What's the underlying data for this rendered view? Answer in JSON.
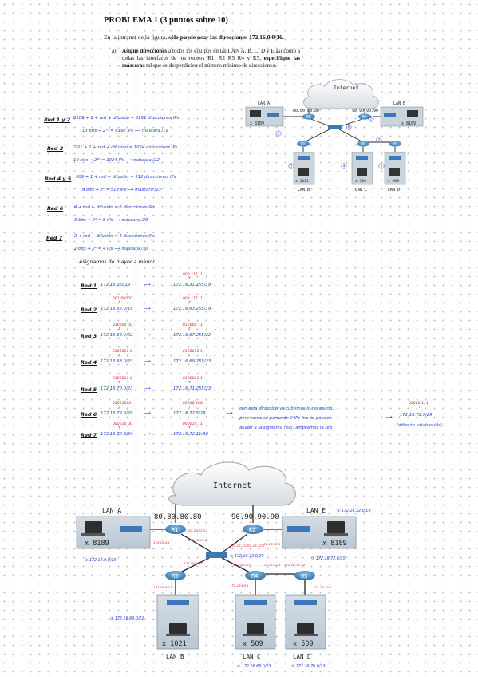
{
  "problem": {
    "title": "PROBLEMA 1 (3 puntos sobre 10)",
    "intro_text": "En la intranet de la figura, ",
    "intro_bold": "sólo puede usar las direcciones 172.16.0.0/16.",
    "qa_label": "a)",
    "qa_bold1": "Asigne direcciones",
    "qa_text1": " a todos los equipos en las LAN A, B, C, D y E así como a todas las interfaces de los routers R1, R2 R3 R4 y R5, ",
    "qa_bold2": "especifique las máscaras",
    "qa_text2": " tal que se desperdicien el número mínimo de direcciones."
  },
  "calc": {
    "red12": {
      "label": "Red 1 y 2",
      "line1": "8189 + 1 + red + difusión = 8192 direcciones IPs",
      "line2": "13 bits → 2¹³ = 8192 IPs ⟶ máscara /19"
    },
    "red3": {
      "label": "Red 3",
      "line1": "1021 + 1 + red + difusión = 1024 direcciones IPs",
      "line2": "10 bits → 2¹⁰ = 1024 IPs ⟶ máscara /22"
    },
    "red45": {
      "label": "Red 4 y 5",
      "line1": "509 + 1 + red + difusión = 512 direcciones IPs",
      "line2": "9 bits → 2⁹ = 512 IPs ⟶ máscara /23"
    },
    "red6": {
      "label": "Red 6",
      "line1": "4 + red + difusión = 6 direcciones IPs",
      "line2": "3 bits → 2³ = 8 IPs ⟶ máscara /29"
    },
    "red7": {
      "label": "Red 7",
      "line1": "2 + red + difusión = 4 direcciones IPs",
      "line2": "2 bits → 2² = 4 IPs ⟶ máscara /30"
    }
  },
  "assign": {
    "heading": "Asignamos de mayor a menor",
    "rows": [
      {
        "label": "Red 1",
        "bits_a": "",
        "net": "172.16.0.0/19",
        "bits_b": "000 11111",
        "bcast": "172.16.31.255/19"
      },
      {
        "label": "Red 2",
        "bits_a": "001 00000",
        "net": "172.16.32.0/19",
        "bits_b": "001 11111",
        "bcast": "172.16.63.255/19"
      },
      {
        "label": "Red 3",
        "bits_a": "010000 00",
        "net": "172.16.64.0/22",
        "bits_b": "010000 11",
        "bcast": "172.16.67.255/22"
      },
      {
        "label": "Red 4",
        "bits_a": "0100010 0",
        "net": "172.16.68.0/23",
        "bits_b": "0100010 1",
        "bcast": "172.16.69.255/23"
      },
      {
        "label": "Red 5",
        "bits_a": "0100011 0",
        "net": "172.16.70.0/23",
        "bits_b": "0100011 1",
        "bcast": "172.16.71.255/23"
      },
      {
        "label": "Red 6",
        "bits_a": "01001000",
        "net": "172.16.72.0/29",
        "bits_b": "00000 100",
        "bcast": "172.16.72.5/29"
      },
      {
        "label": "Red 7",
        "bits_a": "000010 00",
        "net": "172.16.72.8/30",
        "bits_b": "000010 11",
        "bcast": "172.16.72.11/30"
      }
    ],
    "note_line1": "con esta dirección ya cubrimos lo necesario,",
    "note_line2": "pero como se perderán 2 IPs (no se pueden",
    "note_line3": "añadir a la siguiente red), ampliamos la red",
    "note_bits": "00000 111",
    "note_result": "172.16.72.7/29",
    "note_sub": "(difusión establecida)"
  },
  "diagram1": {
    "internet": "Internet",
    "lan_a": "LAN A",
    "lan_b": "LAN B",
    "lan_c": "LAN C",
    "lan_d": "LAN D",
    "lan_e": "LAN E",
    "ip_r1": "80.80.80.80",
    "ip_r2": "90.90.90.90",
    "r1": "R1",
    "r2": "R2",
    "r3": "R3",
    "r4": "R4",
    "r5": "R5",
    "hosts_a": "x 8189",
    "hosts_e": "x 8189",
    "hosts_b": "x 1021",
    "hosts_c": "x 509",
    "hosts_d": "x 509",
    "n1": "1",
    "n2": "2",
    "n3": "3",
    "n4": "4",
    "n5": "5",
    "n6": "6",
    "n7": "7"
  },
  "diagram2": {
    "internet": "Internet",
    "lan_a": "LAN A",
    "lan_b": "LAN B",
    "lan_c": "LAN C",
    "lan_d": "LAN D",
    "lan_e": "LAN E",
    "ip_r1": "80.80.80.80",
    "ip_r2": "90.90.90.90",
    "r1": "R1",
    "r2": "R2",
    "r3": "R3",
    "r4": "R4",
    "r5": "R5",
    "hosts_a": "x 8189",
    "hosts_e": "x 8189",
    "hosts_b": "x 1021",
    "hosts_c": "x 509",
    "hosts_d": "x 509",
    "net_a": "① 172.16.0.0/19",
    "net_e": "② 172.16.32.0/19",
    "net_b": "③ 172.16.64.0/22",
    "net_c": "④ 172.16.68.0/23",
    "net_d": "⑤ 172.16.70.0/23",
    "net_6": "⑥ 172.16.72.0/29",
    "net_7": "⑦ 172.16.72.8/30",
    "ip_r1_a": "172.16.0.1",
    "ip_r1_6": "172.16.72.1",
    "ip_r1_6b": "172.16.72.6",
    "ip_r2_6a": "172.16.72.2",
    "ip_r2_6b": "172.16.72.6",
    "ip_r2_e": "172.16.32.1",
    "ip_r3_6": "172.16.72.3",
    "ip_r3_b": "172.16.64.1",
    "ip_r4_6": "172.16.72.4",
    "ip_r4_7": "172.16.72.9",
    "ip_r4_c": "172.16.68.1",
    "ip_r5_7": "172.16.72.10",
    "ip_r5_d": "172.16.70.1"
  }
}
